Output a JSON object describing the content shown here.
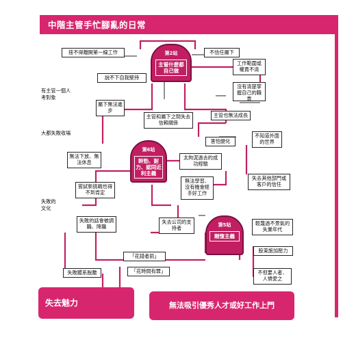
{
  "header": {
    "title": "中階主管手忙腳亂的日常"
  },
  "stations": {
    "s2": {
      "num": "第2站",
      "name": "主管什麼都自己做"
    },
    "s6": {
      "num": "第6站",
      "name": "幹勁、耐力、認同近利主義"
    },
    "s5": {
      "num": "第5站",
      "name": "剛愎主義"
    }
  },
  "boxes": {
    "b1": "捨不得離開第一線工作",
    "b2": "不信任屬下",
    "b3": "工作範圍或權責不清",
    "b4": "說不下自我堅持",
    "b5": "沒有清楚掌握自己的職責",
    "b6": "屬下無法進步",
    "b7": "主管也無法成長",
    "b8": "主管和屬下之間失去信賴關係",
    "b9": "害怕變化",
    "b10": "不知道外面的世界",
    "b11": "無法下放、無法休息",
    "b12": "太拘泥過去的成功經驗",
    "b13": "無法學習、沒有機會經手好工作",
    "b14": "失去其他部門或客戶的信任",
    "b15": "嘗試新挑戰也得不到肯定",
    "b16": "失敗的話會被調職、降職",
    "b17": "失去公司的支持者",
    "b18": "輕蔑過不景氣的失業年代",
    "b19": "股東施加壓力",
    "b20": "「花錢者罰」",
    "b21": "「花時間有罪」",
    "b22": "不但要人者、人憐愛之",
    "b23": "失敗體系脫離"
  },
  "cutoffs": {
    "c1": "有主管一個人",
    "c2": "考對象",
    "c3": "大都失敗收場",
    "c4": "失敗的",
    "c5": "文化"
  },
  "footer": {
    "left": "失去魅力",
    "right": "無法吸引優秀人才或好工作上門"
  },
  "colors": {
    "accent": "#d8266e",
    "dark": "#7a1040"
  }
}
